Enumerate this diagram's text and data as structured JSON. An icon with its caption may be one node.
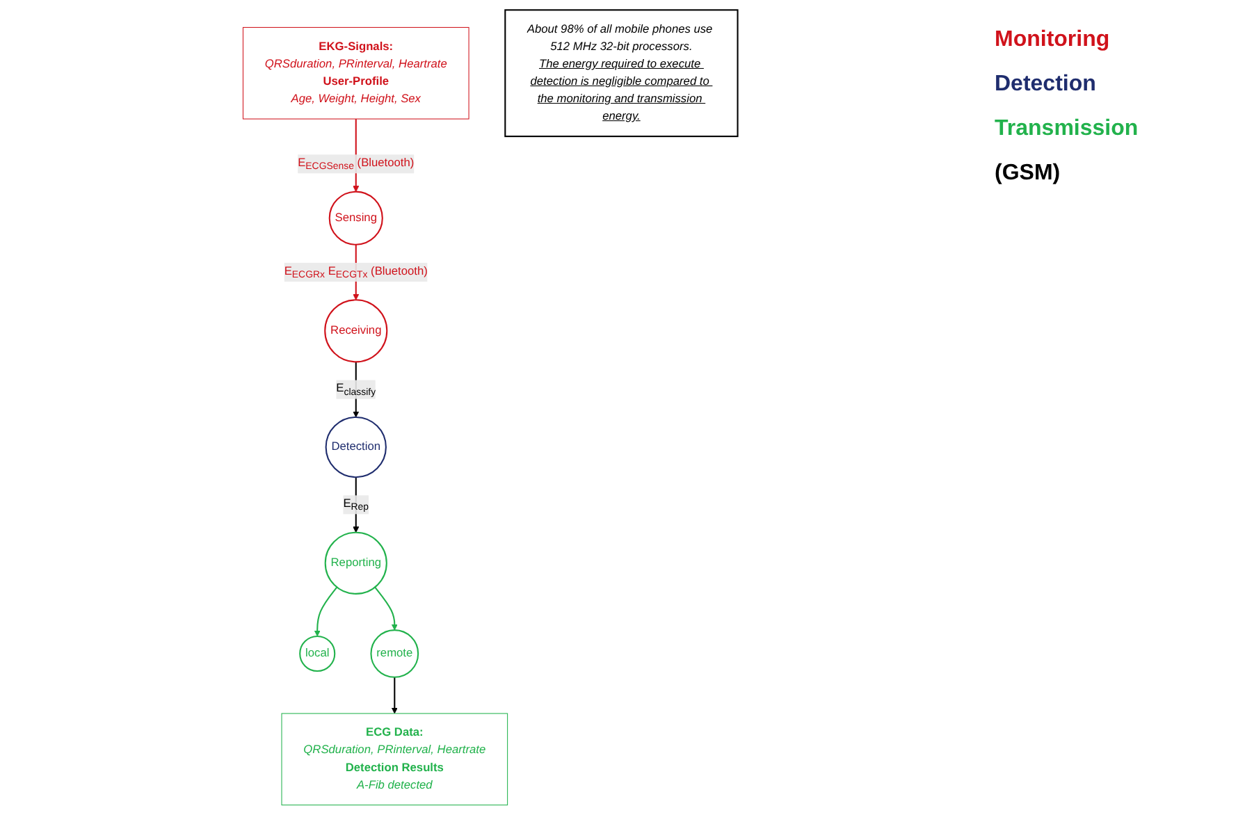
{
  "diagram": {
    "nodes": [
      {
        "text": [
          "Receiving"
        ]
      },
      {
        "text": [
          "Sensing"
        ]
      },
      {
        "text": [
          "EKG-Signals:",
          "QRSduration, PRinterval, Heartrate",
          "User-Profile",
          "Age, Weight, Height, Sex"
        ]
      },
      {
        "text": [
          "Detection"
        ]
      },
      {
        "text": [
          "Reporting"
        ]
      },
      {
        "text": [
          "local"
        ]
      },
      {
        "text": [
          "remote"
        ]
      },
      {
        "text": [
          "ECG Data:",
          "QRSduration, PRinterval, Heartrate",
          "Detection Results",
          "A-Fib detected"
        ]
      },
      {
        "text": [
          "About 98% of all mobile phones use 512 MHz 32-bit processors.",
          "The energy required to execute detection is negligible compared to the monitoring and transmission energy."
        ]
      }
    ],
    "edges": [
      {
        "from": 2,
        "to": 1,
        "arrow": "to",
        "label": "E$_{ECG}$$_{Sense}$ (Bluetooth)",
        "color": "#d0121b"
      },
      {
        "from": 1,
        "to": 0,
        "arrow": "to",
        "label": "E$_{ECG}$$_{Rx}$ E$_{ECG}$$_{Tx}$ (Bluetooth)",
        "color": "#d0121b"
      },
      {
        "from": 0,
        "to": 3,
        "arrow": "to",
        "label": "E$_{classify}$"
      },
      {
        "from": 3,
        "to": 4,
        "arrow": "to",
        "label": "E$_{Rep}$"
      },
      {
        "from": 4,
        "to": 5,
        "arrow": "to",
        "color": "#22b24c"
      },
      {
        "from": 4,
        "to": 6,
        "arrow": "to",
        "color": "#22b24c"
      },
      {
        "from": 6,
        "to": 7,
        "arrow": "to"
      }
    ],
    "labels": [
      "Monitoring",
      "Detection",
      "Transmission",
      "(GSM)"
    ]
  }
}
